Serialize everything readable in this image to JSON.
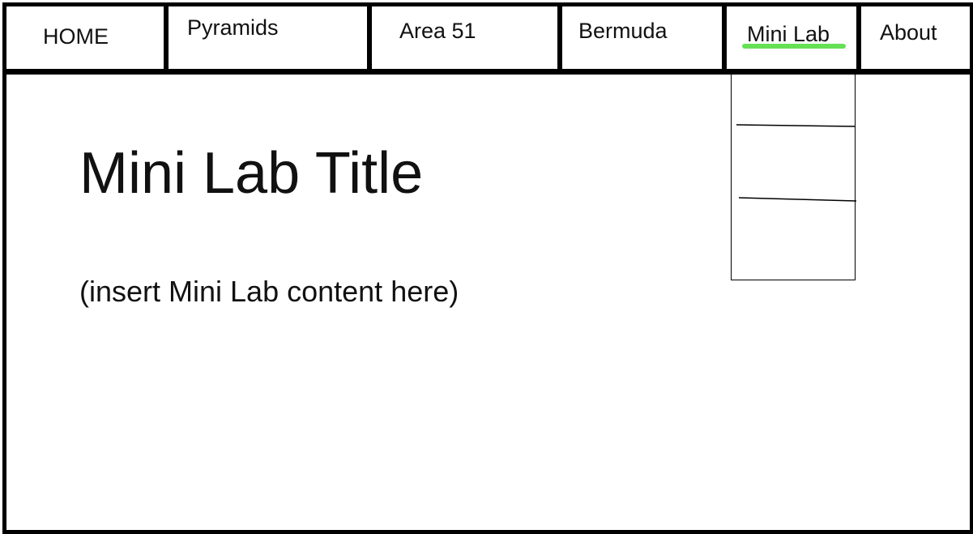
{
  "nav": {
    "items": [
      {
        "label": "HOME"
      },
      {
        "label": "Pyramids"
      },
      {
        "label": "Area 51"
      },
      {
        "label": "Bermuda"
      },
      {
        "label": "Mini Lab"
      },
      {
        "label": "About"
      }
    ],
    "active": "Mini Lab",
    "active_underline_color": "#66e055"
  },
  "main": {
    "title": "Mini Lab Title",
    "content": "(insert Mini Lab content here)"
  },
  "dropdown": {
    "item_count": 3
  }
}
